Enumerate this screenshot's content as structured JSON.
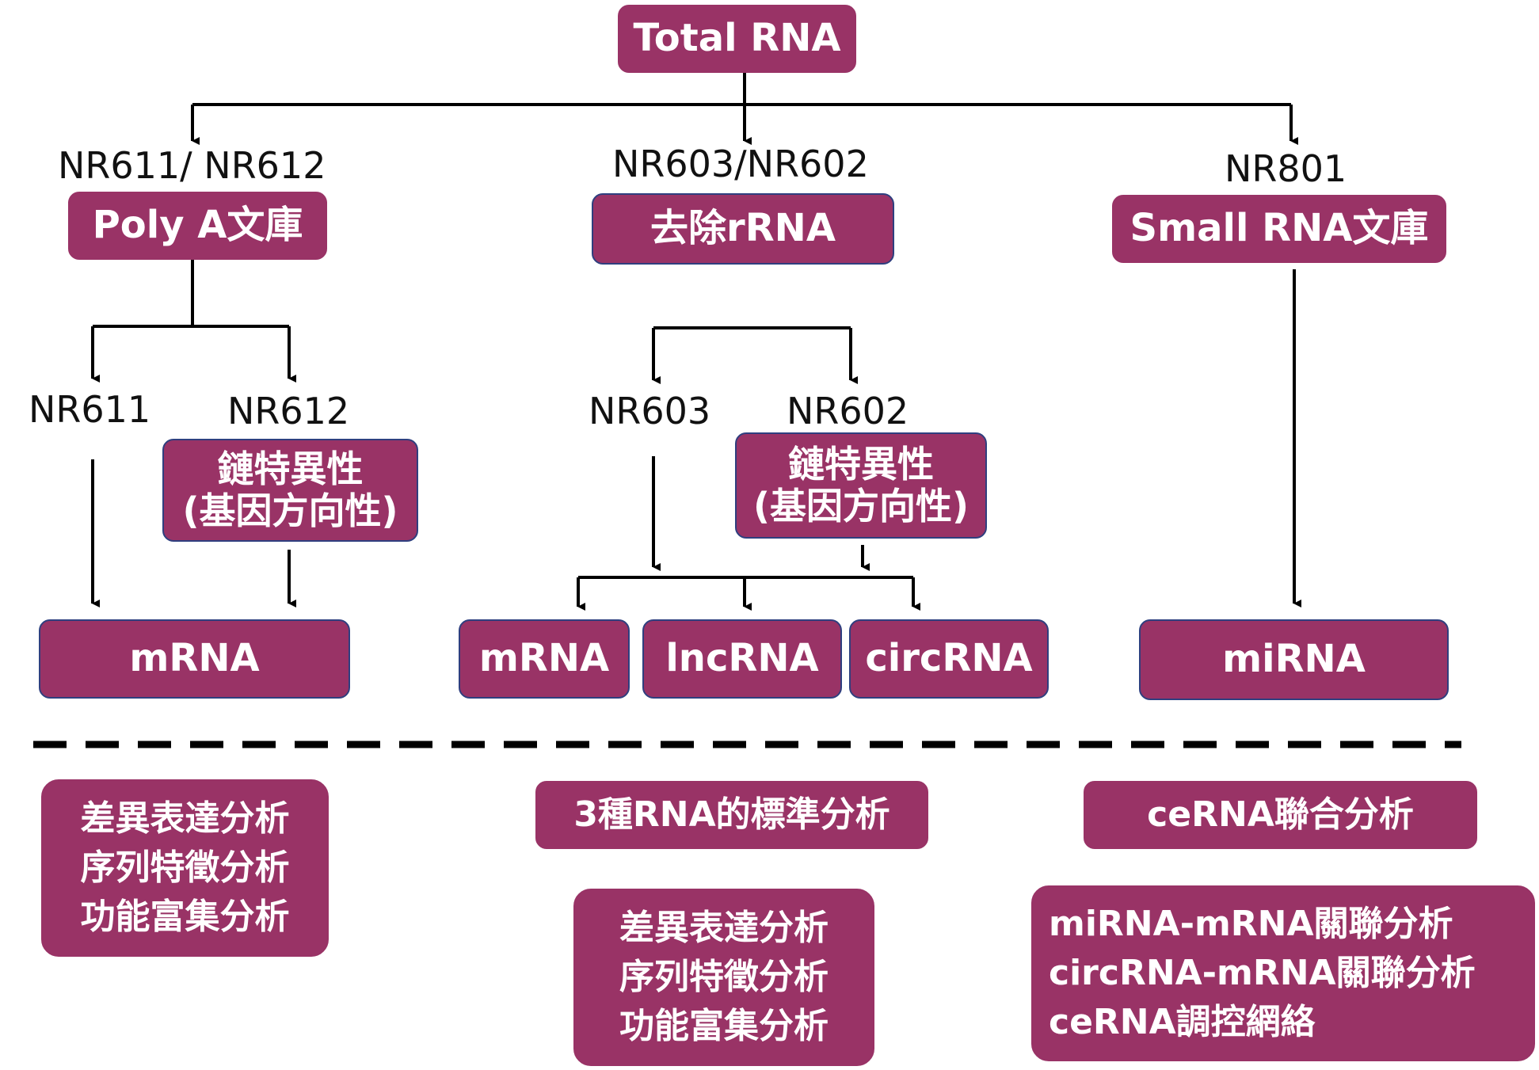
{
  "root": {
    "label": "Total RNA"
  },
  "branches": {
    "left": {
      "code": "NR611/ NR612",
      "library": "Poly A文庫",
      "sub_codes": [
        "NR611",
        "NR612"
      ],
      "strand_box": [
        "鏈特異性",
        "(基因方向性)"
      ],
      "result": "mRNA",
      "analysis": [
        "差異表達分析",
        "序列特徵分析",
        "功能富集分析"
      ]
    },
    "middle": {
      "code": "NR603/NR602",
      "library": "去除rRNA",
      "sub_codes": [
        "NR603",
        "NR602"
      ],
      "strand_box": [
        "鏈特異性",
        "(基因方向性)"
      ],
      "results": [
        "mRNA",
        "lncRNA",
        "circRNA"
      ],
      "analysis_title": "3種RNA的標準分析",
      "analysis": [
        "差異表達分析",
        "序列特徵分析",
        "功能富集分析"
      ]
    },
    "right": {
      "code": "NR801",
      "library": "Small RNA文庫",
      "result": "miRNA",
      "analysis_title": "ceRNA聯合分析",
      "analysis": [
        "miRNA-mRNA關聯分析",
        "circRNA-mRNA關聯分析",
        "ceRNA調控網絡"
      ]
    }
  },
  "colors": {
    "box_fill": "#993366",
    "box_border": "#2f3f7f",
    "text": "#ffffff",
    "line": "#000000"
  }
}
